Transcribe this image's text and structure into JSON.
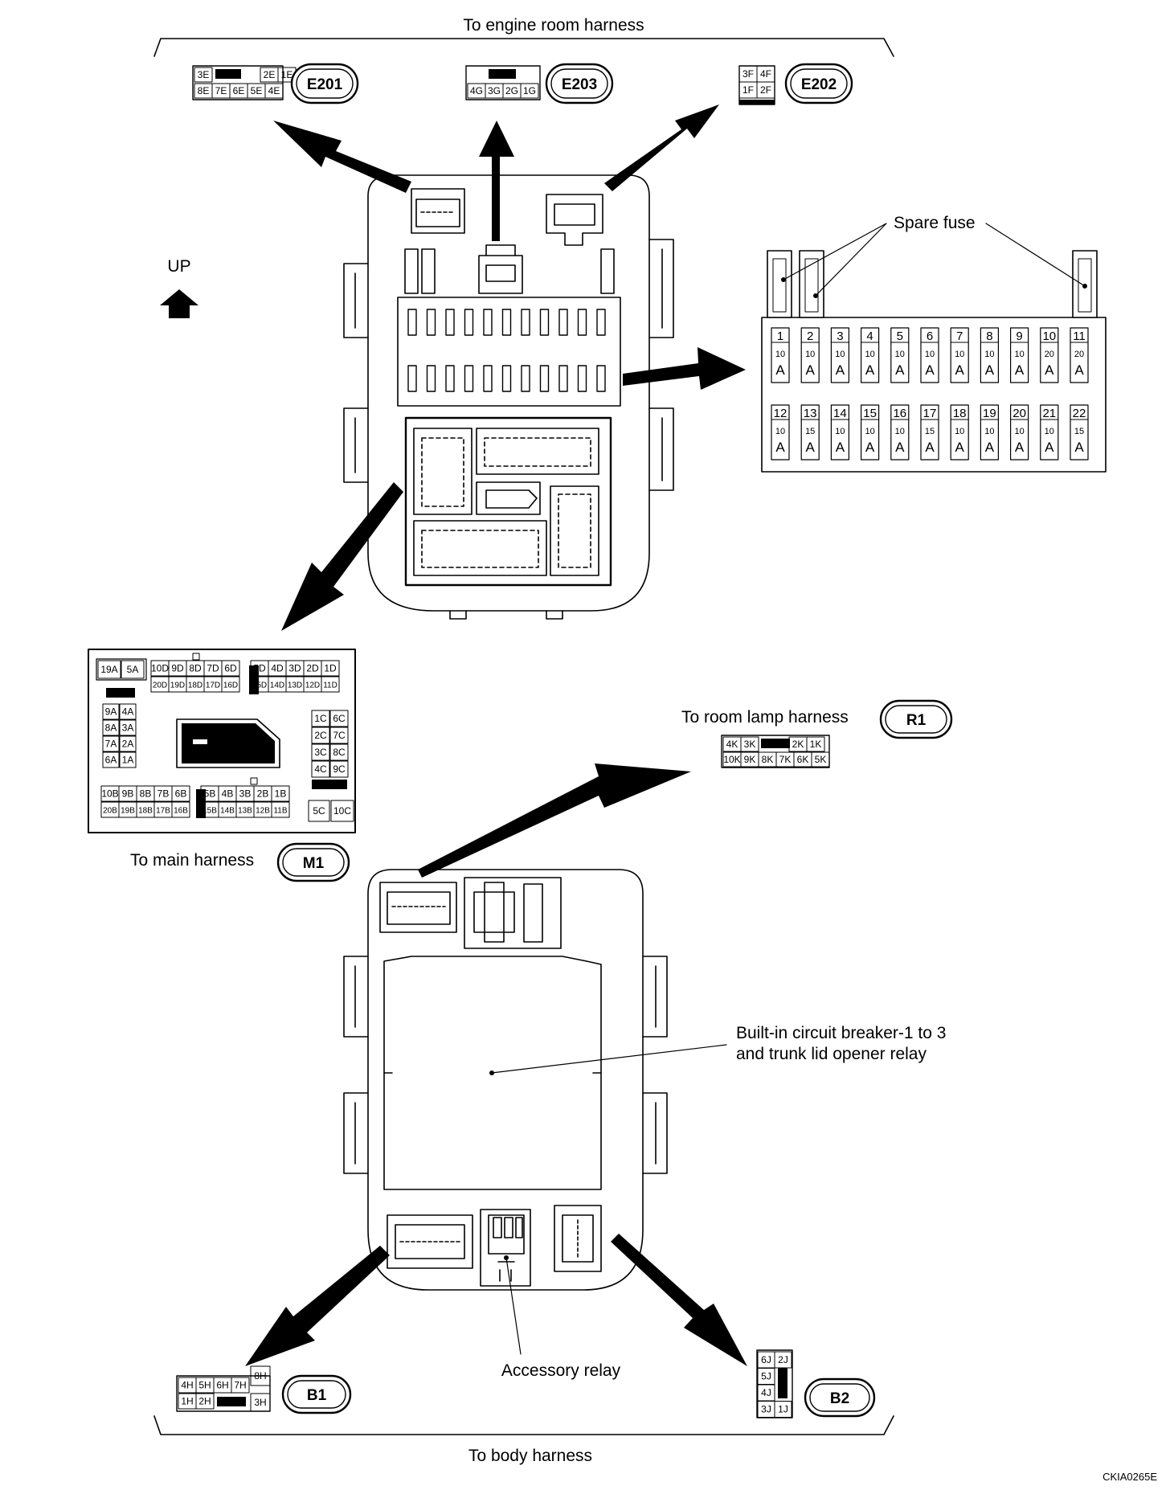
{
  "labels": {
    "engine_room": "To engine room harness",
    "up": "UP",
    "spare_fuse": "Spare fuse",
    "room_lamp": "To room lamp harness",
    "main_harness": "To main harness",
    "breaker_line1": "Built-in circuit breaker-1 to 3",
    "breaker_line2": "and trunk lid opener relay",
    "accessory_relay": "Accessory relay",
    "body_harness": "To body harness",
    "figure_code": "CKIA0265E"
  },
  "connectors": {
    "E201": {
      "tag": "E201",
      "row1": [
        "3E",
        "",
        "2E",
        "1E"
      ],
      "row2": [
        "8E",
        "7E",
        "6E",
        "5E",
        "4E"
      ]
    },
    "E203": {
      "tag": "E203",
      "row1": [
        ""
      ],
      "row2": [
        "4G",
        "3G",
        "2G",
        "1G"
      ]
    },
    "E202": {
      "tag": "E202",
      "row1": [
        "3F",
        "4F"
      ],
      "row2": [
        "1F",
        "2F"
      ]
    },
    "R1": {
      "tag": "R1",
      "row1": [
        "4K",
        "3K",
        "",
        "2K",
        "1K"
      ],
      "row2": [
        "10K",
        "9K",
        "8K",
        "7K",
        "6K",
        "5K"
      ]
    },
    "M1": {
      "tag": "M1",
      "top_left": [
        "19A",
        "5A"
      ],
      "top_row1": [
        "10D",
        "9D",
        "8D",
        "7D",
        "6D",
        "",
        "5D",
        "4D",
        "3D",
        "2D",
        "1D"
      ],
      "top_row2": [
        "20D",
        "19D",
        "18D",
        "17D",
        "16D",
        "",
        "15D",
        "14D",
        "13D",
        "12D",
        "11D"
      ],
      "left_col": [
        [
          "9A",
          "4A"
        ],
        [
          "8A",
          "3A"
        ],
        [
          "7A",
          "2A"
        ],
        [
          "6A",
          "1A"
        ]
      ],
      "right_col": [
        [
          "1C",
          "6C"
        ],
        [
          "2C",
          "7C"
        ],
        [
          "3C",
          "8C"
        ],
        [
          "4C",
          "9C"
        ]
      ],
      "right_bottom": [
        "5C",
        "10C"
      ],
      "bottom_row1": [
        "10B",
        "9B",
        "8B",
        "7B",
        "6B",
        "",
        "5B",
        "4B",
        "3B",
        "2B",
        "1B"
      ],
      "bottom_row2": [
        "20B",
        "19B",
        "18B",
        "17B",
        "16B",
        "",
        "15B",
        "14B",
        "13B",
        "12B",
        "11B"
      ]
    },
    "B1": {
      "tag": "B1",
      "row1": [
        "4H",
        "5H",
        "6H",
        "7H",
        "8H"
      ],
      "row2": [
        "1H",
        "2H",
        "",
        "3H"
      ]
    },
    "B2": {
      "tag": "B2",
      "col_left": [
        "6J",
        "5J",
        "4J",
        "3J"
      ],
      "col_right": [
        "2J",
        "",
        "",
        "1J"
      ]
    }
  },
  "fuses": [
    {
      "num": "1",
      "amp": "10",
      "unit": "A"
    },
    {
      "num": "2",
      "amp": "10",
      "unit": "A"
    },
    {
      "num": "3",
      "amp": "10",
      "unit": "A"
    },
    {
      "num": "4",
      "amp": "10",
      "unit": "A"
    },
    {
      "num": "5",
      "amp": "10",
      "unit": "A"
    },
    {
      "num": "6",
      "amp": "10",
      "unit": "A"
    },
    {
      "num": "7",
      "amp": "10",
      "unit": "A"
    },
    {
      "num": "8",
      "amp": "10",
      "unit": "A"
    },
    {
      "num": "9",
      "amp": "10",
      "unit": "A"
    },
    {
      "num": "10",
      "amp": "20",
      "unit": "A"
    },
    {
      "num": "11",
      "amp": "20",
      "unit": "A"
    },
    {
      "num": "12",
      "amp": "10",
      "unit": "A"
    },
    {
      "num": "13",
      "amp": "15",
      "unit": "A"
    },
    {
      "num": "14",
      "amp": "10",
      "unit": "A"
    },
    {
      "num": "15",
      "amp": "10",
      "unit": "A"
    },
    {
      "num": "16",
      "amp": "10",
      "unit": "A"
    },
    {
      "num": "17",
      "amp": "15",
      "unit": "A"
    },
    {
      "num": "18",
      "amp": "10",
      "unit": "A"
    },
    {
      "num": "19",
      "amp": "10",
      "unit": "A"
    },
    {
      "num": "20",
      "amp": "10",
      "unit": "A"
    },
    {
      "num": "21",
      "amp": "10",
      "unit": "A"
    },
    {
      "num": "22",
      "amp": "15",
      "unit": "A"
    }
  ]
}
